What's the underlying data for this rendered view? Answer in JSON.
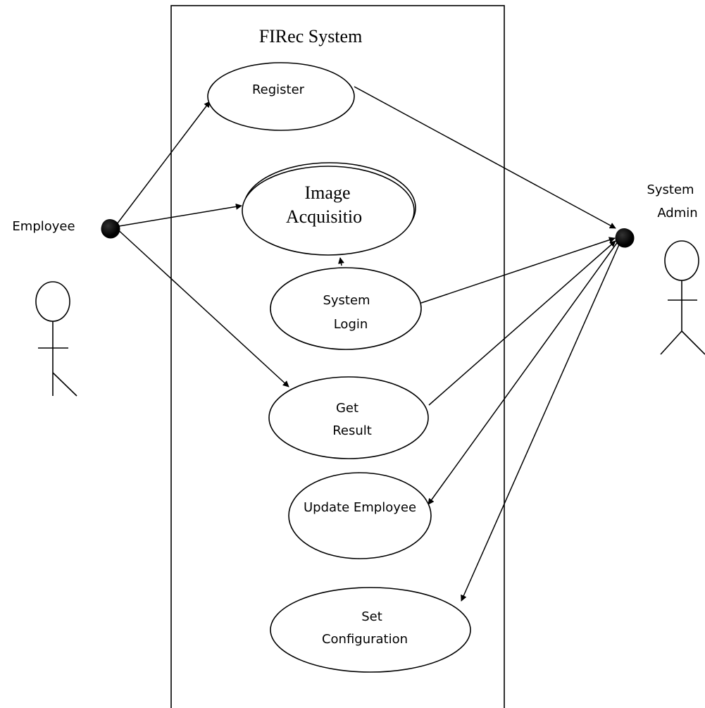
{
  "system": {
    "title": "FIRec System"
  },
  "actors": {
    "employee": {
      "label": "Employee"
    },
    "admin": {
      "label_line1": "System",
      "label_line2": "Admin"
    }
  },
  "use_cases": {
    "register": {
      "label": "Register"
    },
    "image_acquisition": {
      "label_line1": "Image",
      "label_line2": "Acquisitio"
    },
    "system_login": {
      "label_line1": "System",
      "label_line2": "Login"
    },
    "get_result": {
      "label_line1": "Get",
      "label_line2": "Result"
    },
    "update_employee": {
      "label": "Update Employee"
    },
    "set_configuration": {
      "label_line1": "Set",
      "label_line2": "Configuration"
    }
  },
  "colors": {
    "line": "#000000",
    "background": "#ffffff"
  }
}
